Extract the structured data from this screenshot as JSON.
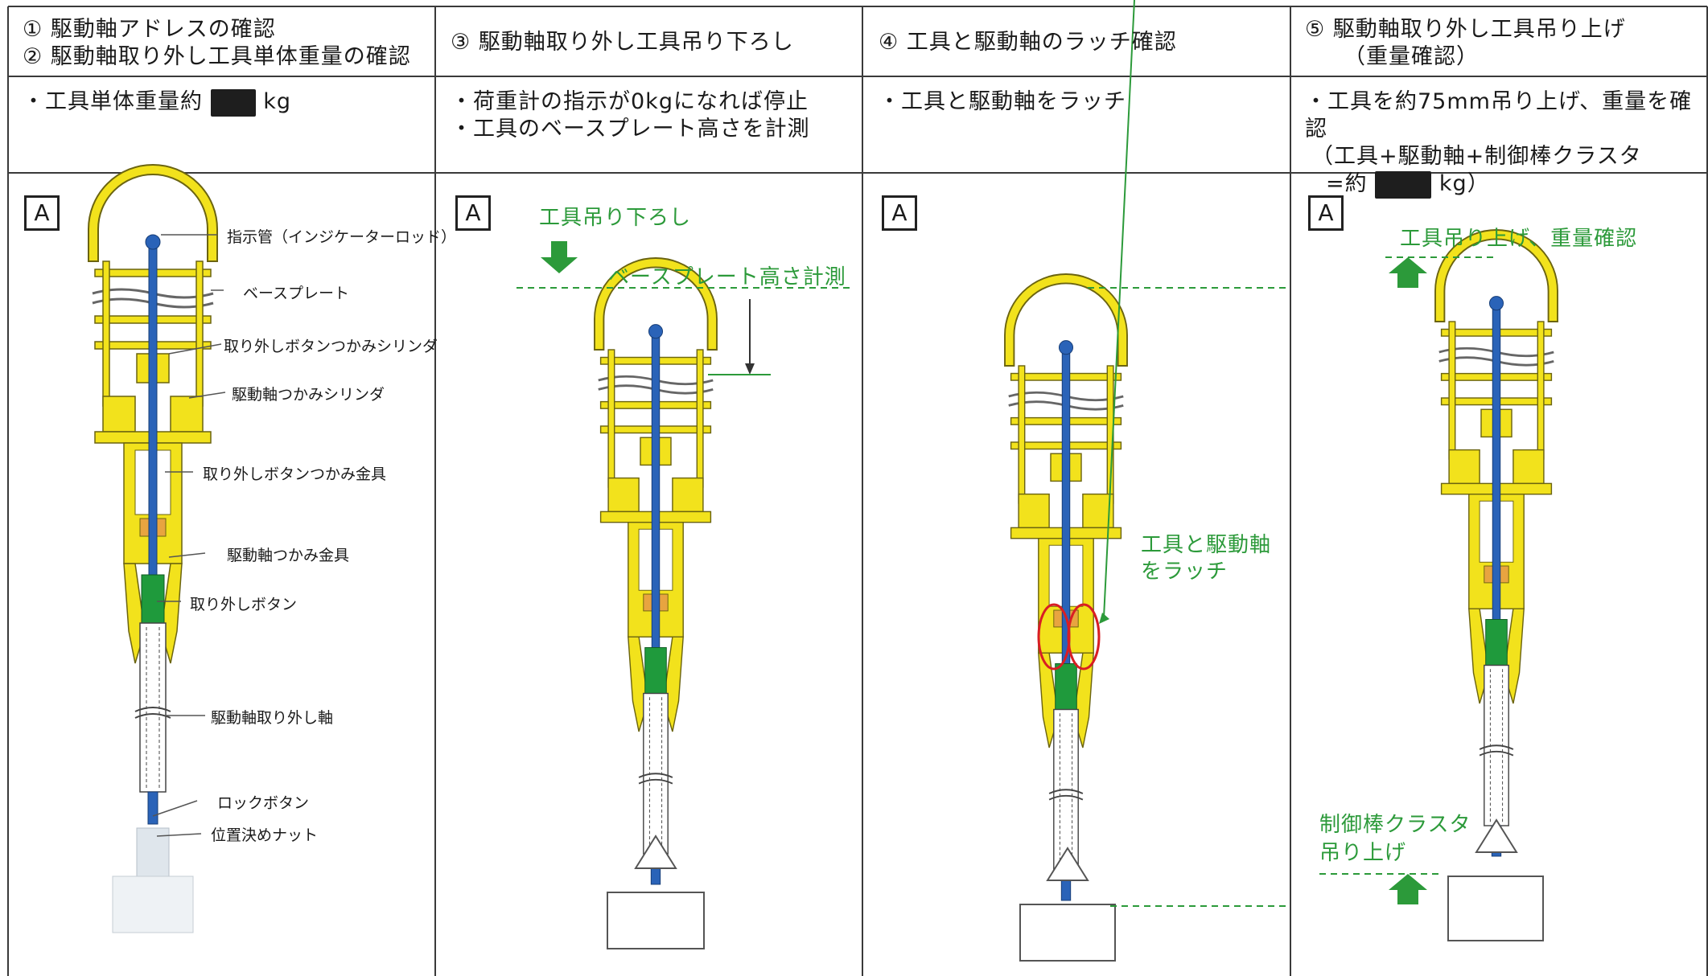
{
  "columns": [
    {
      "header_lines": [
        "① 駆動軸アドレスの確認",
        "② 駆動軸取り外し工具単体重量の確認"
      ],
      "description_lines": [
        "・工具単体重量約",
        "kg"
      ],
      "box_label": "A",
      "callouts": [
        "指示管（インジケーターロッド）",
        "ベースプレート",
        "取り外しボタンつかみシリンダ",
        "駆動軸つかみシリンダ",
        "取り外しボタンつかみ金具",
        "駆動軸つかみ金具",
        "取り外しボタン",
        "駆動軸取り外し軸",
        "ロックボタン",
        "位置決めナット"
      ]
    },
    {
      "header_lines": [
        "③ 駆動軸取り外し工具吊り下ろし"
      ],
      "description_lines": [
        "・荷重計の指示が0kgになれば停止",
        "・工具のベースプレート高さを計測"
      ],
      "box_label": "A",
      "annotations": [
        "工具吊り下ろし",
        "ベースプレート高さ計測"
      ]
    },
    {
      "header_lines": [
        "④ 工具と駆動軸のラッチ確認"
      ],
      "description_lines": [
        "・工具と駆動軸をラッチ"
      ],
      "box_label": "A",
      "annotations": [
        "工具と駆動軸",
        "をラッチ"
      ]
    },
    {
      "header_lines": [
        "⑤ 駆動軸取り外し工具吊り上げ",
        "（重量確認）"
      ],
      "description_lines": [
        "・工具を約75mm吊り上げ、重量を確認",
        "（工具+駆動軸+制御棒クラスタ",
        "=約",
        "kg）"
      ],
      "box_label": "A",
      "annotations": [
        "工具吊り上げ、重量確認",
        "制御棒クラスタ",
        "吊り上げ"
      ]
    }
  ],
  "colors": {
    "tool_yellow": "#f2e21c",
    "shaft_blue": "#2a63b8",
    "button_green": "#1f9a3c",
    "annotation_green": "#2c9a3a",
    "latch_circle_red": "#d81e24",
    "cluster_gray": "#c8cfd6",
    "grid_line": "#3a3a3a"
  }
}
